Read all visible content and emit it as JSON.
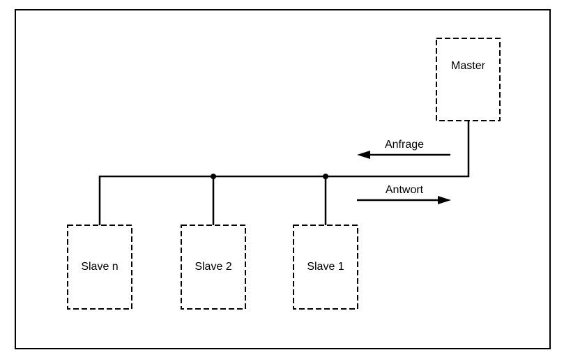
{
  "diagram": {
    "nodes": {
      "master": {
        "label": "Master"
      },
      "slave_n": {
        "label": "Slave n"
      },
      "slave_2": {
        "label": "Slave 2"
      },
      "slave_1": {
        "label": "Slave 1"
      }
    },
    "arrows": {
      "request": {
        "label": "Anfrage",
        "direction": "left"
      },
      "response": {
        "label": "Antwort",
        "direction": "right"
      }
    },
    "colors": {
      "line": "#000000",
      "text": "#000000",
      "background": "#ffffff"
    }
  }
}
